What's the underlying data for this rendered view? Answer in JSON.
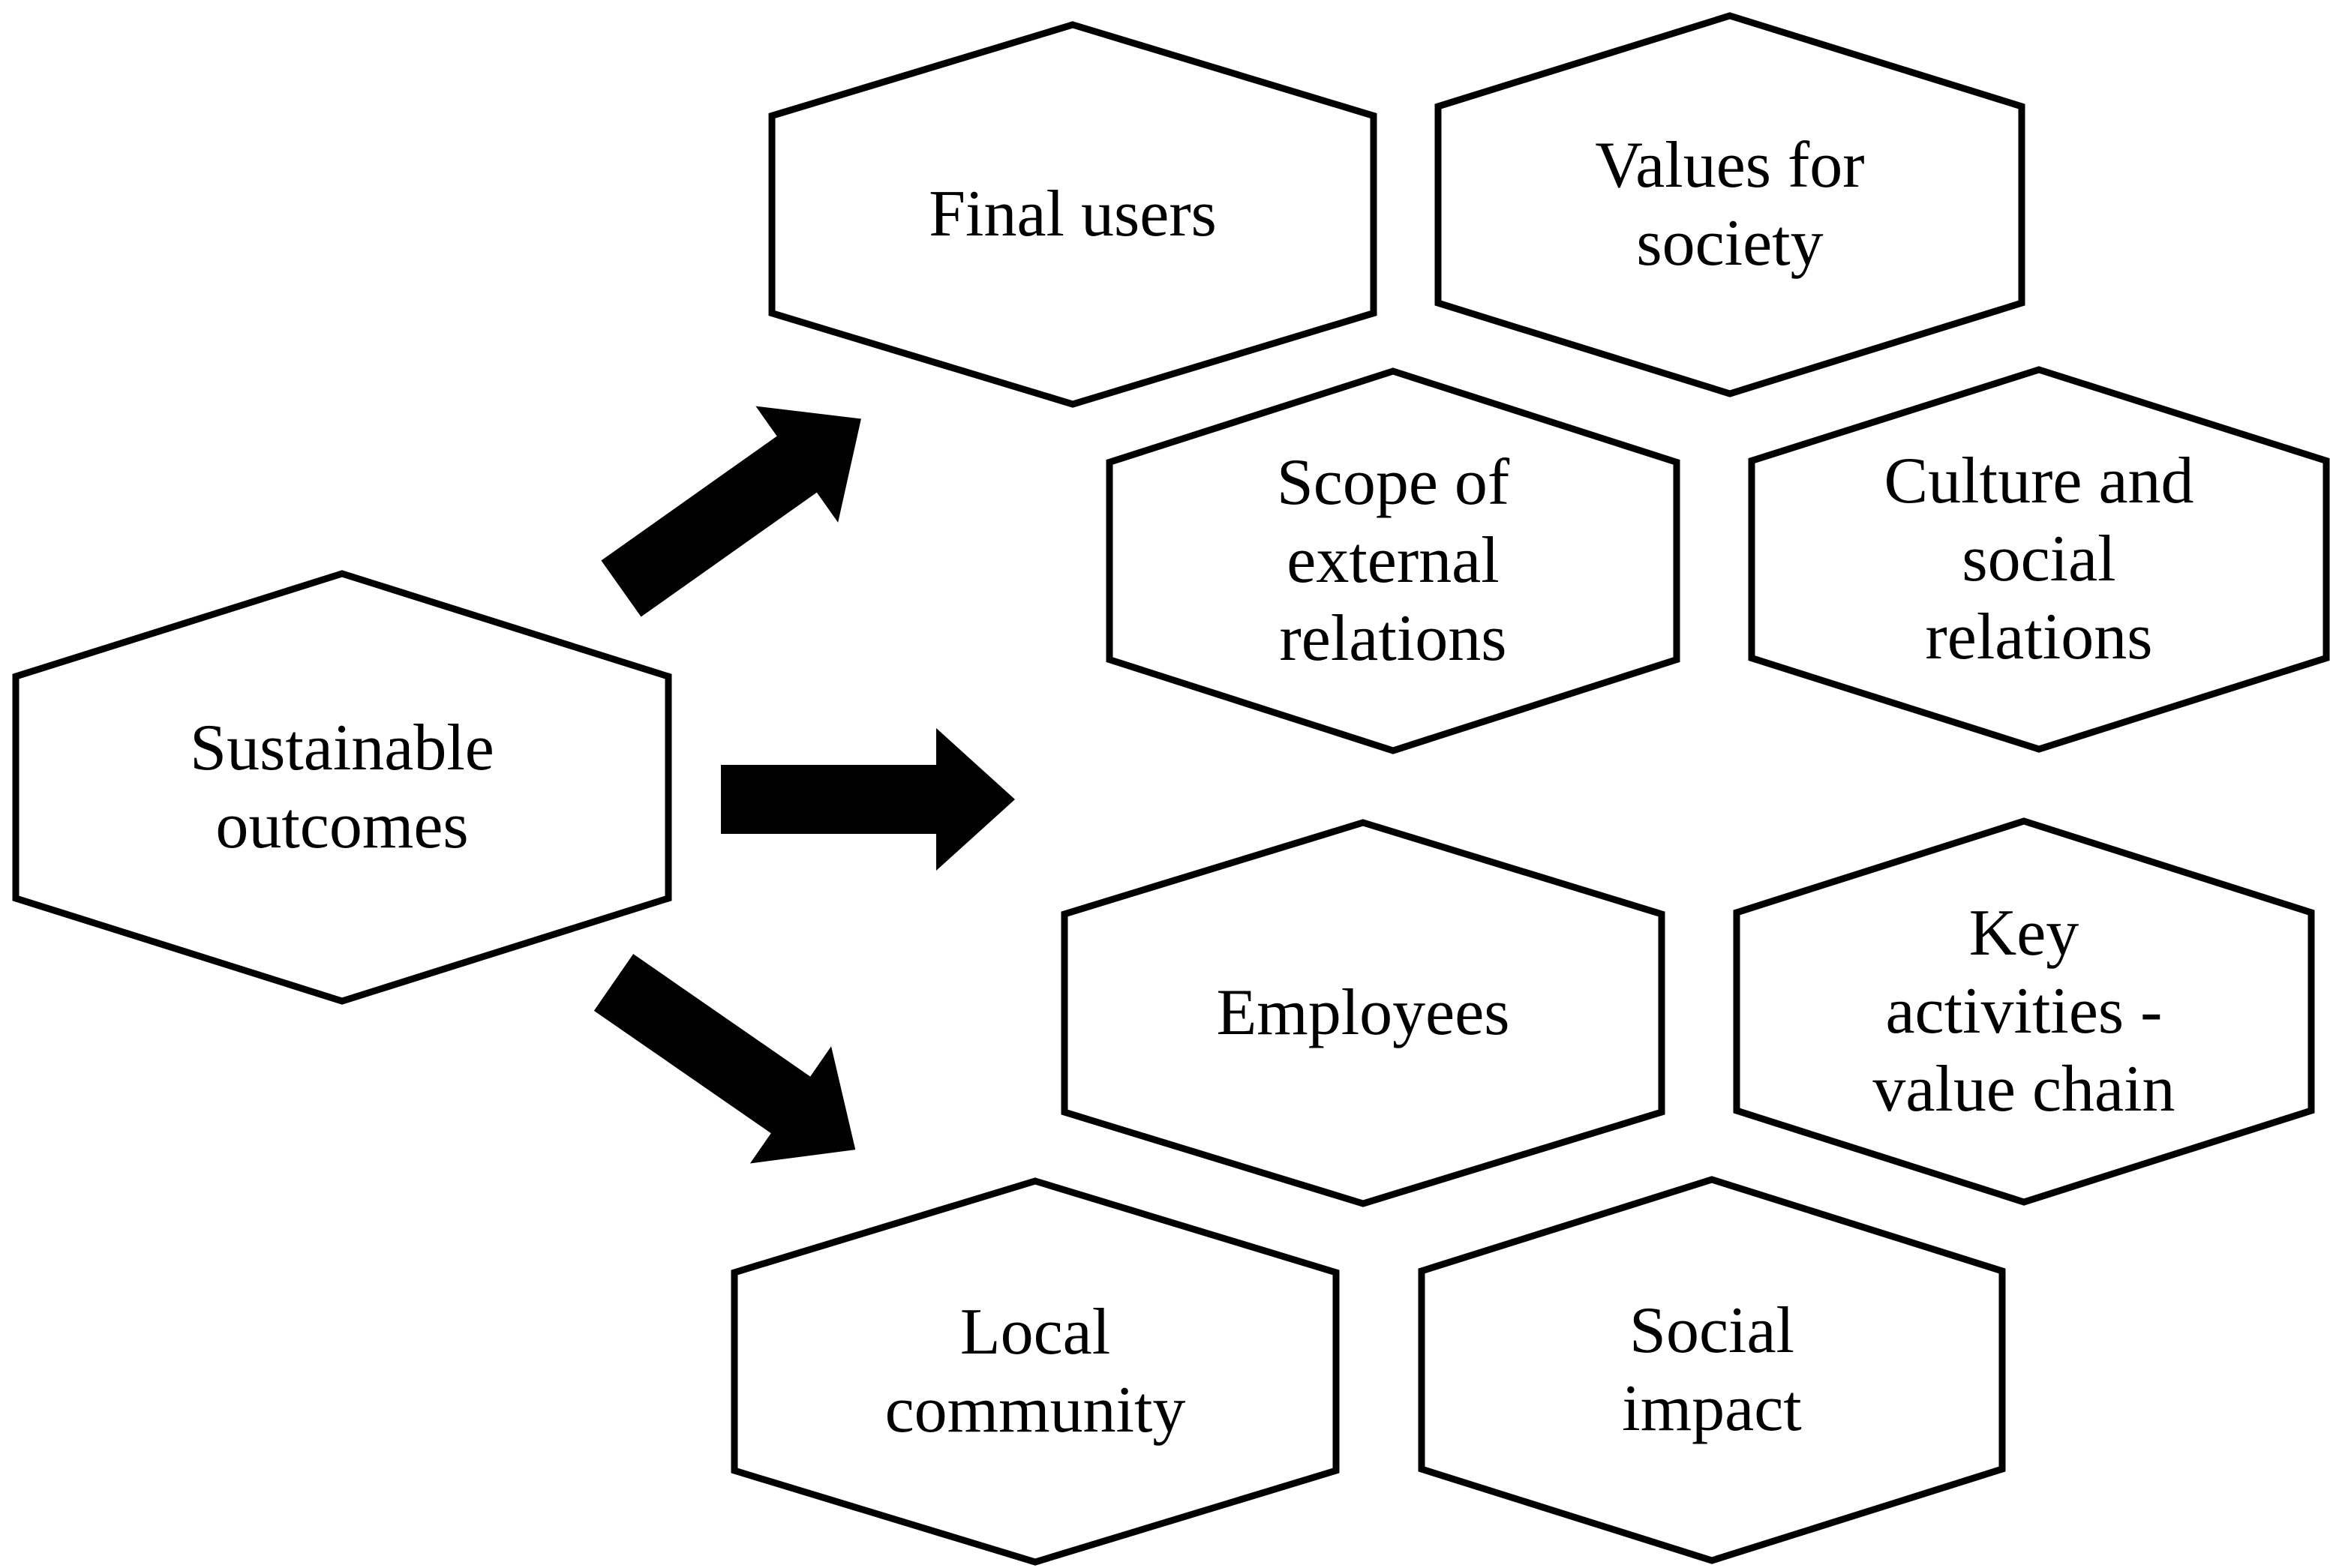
{
  "diagram": {
    "center_node": {
      "id": "sustainable-outcomes",
      "label": "Sustainable\noutcomes"
    },
    "nodes": [
      {
        "id": "final-users",
        "label": "Final users"
      },
      {
        "id": "values-for-society",
        "label": "Values for\nsociety"
      },
      {
        "id": "scope-of-external-relations",
        "label": "Scope of\nexternal\nrelations"
      },
      {
        "id": "culture-and-social-relations",
        "label": "Culture and\nsocial\nrelations"
      },
      {
        "id": "employees",
        "label": "Employees"
      },
      {
        "id": "key-activities-value-chain",
        "label": "Key\nactivities -\nvalue chain"
      },
      {
        "id": "local-community",
        "label": "Local\ncommunity"
      },
      {
        "id": "social-impact",
        "label": "Social\nimpact"
      }
    ],
    "arrows": [
      {
        "from": "sustainable-outcomes",
        "direction": "up-right"
      },
      {
        "from": "sustainable-outcomes",
        "direction": "right"
      },
      {
        "from": "sustainable-outcomes",
        "direction": "down-right"
      }
    ],
    "colors": {
      "background": "#ffffff",
      "shape_fill": "#ffffff",
      "shape_stroke": "#000000",
      "arrow_fill": "#000000",
      "text": "#000000"
    }
  }
}
